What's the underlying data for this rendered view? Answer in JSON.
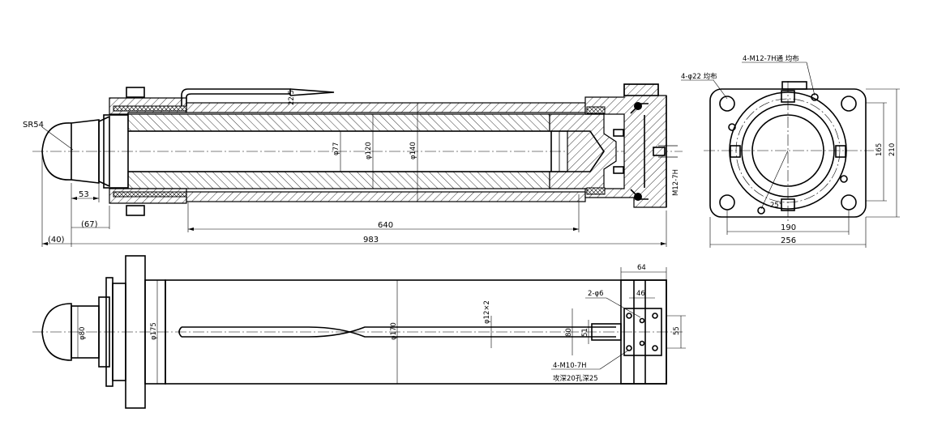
{
  "labels": {
    "sr54": "SR54",
    "d53": "53",
    "d67": "(67)",
    "d40": "(40)",
    "d640": "640",
    "d983": "983",
    "d22_5": "22.5",
    "dia77": "φ77",
    "dia120": "φ120",
    "dia140": "φ140",
    "m12": "M12-7H",
    "m12_holes": "4-M12-7H通 均布",
    "d22_holes": "4-φ22 均布",
    "deg25": "25°",
    "d165": "165",
    "d210": "210",
    "d190": "190",
    "d256": "256",
    "d64": "64",
    "d46": "46",
    "d2phi6": "2-φ6",
    "dia80": "φ80",
    "dia175": "φ175",
    "dia170": "φ170",
    "dia12x2": "φ12×2",
    "d80": "80",
    "d51": "51",
    "d55": "55",
    "m10": "4-M10-7H",
    "m10_depth": "攻深20孔深25"
  }
}
